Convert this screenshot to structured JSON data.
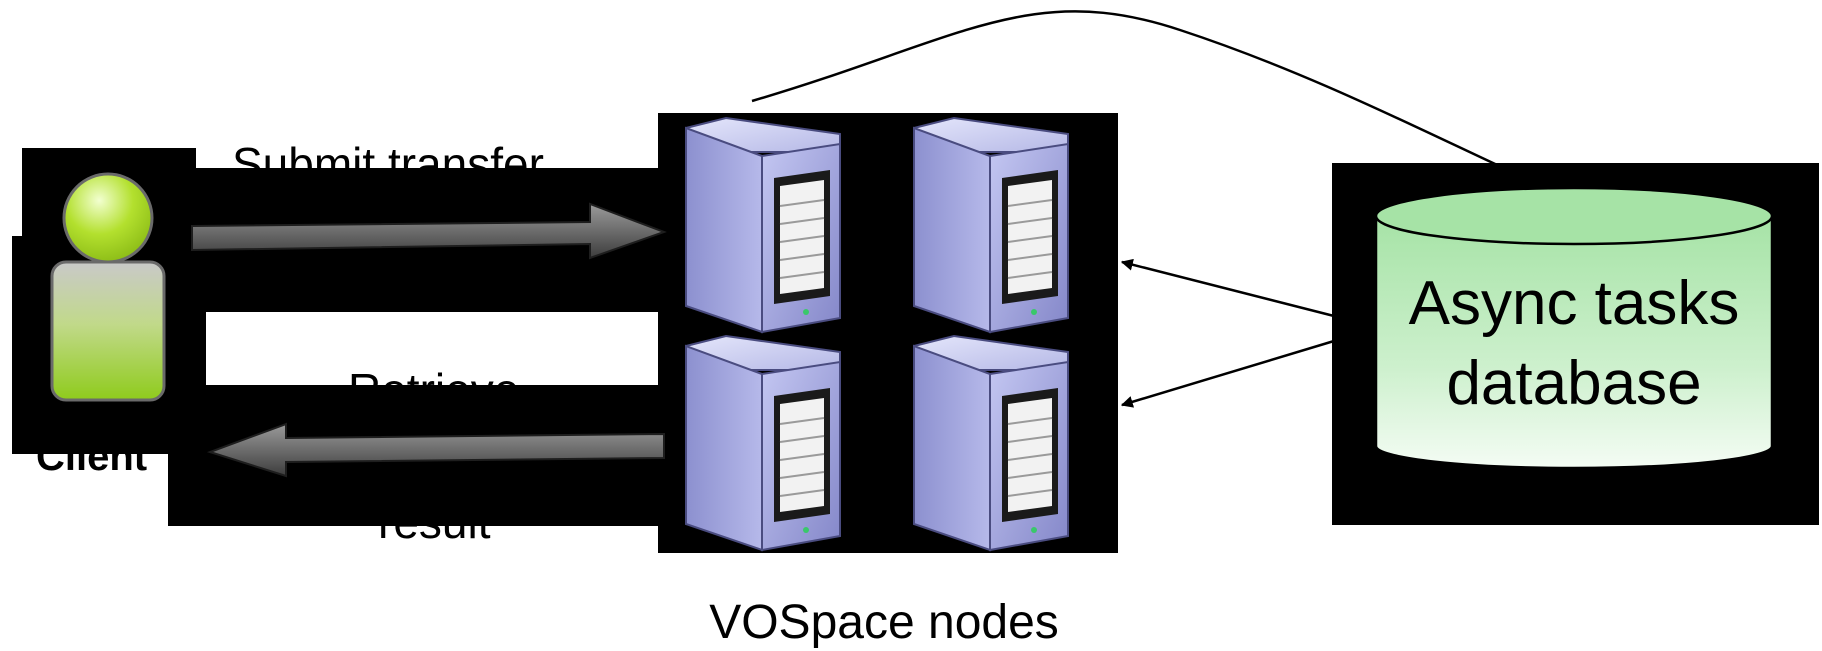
{
  "labels": {
    "submit_transfer": "Submit transfer",
    "retrieve": "Retrieve",
    "result": "result",
    "client": "Client",
    "nodes_caption": "VOSpace nodes",
    "db_line1": "Async tasks",
    "db_line2": "database"
  },
  "colors": {
    "client_head": "#b3e02e",
    "client_body_top": "#c6c6c6",
    "client_body_bottom": "#8fcb1c",
    "server_body": "#9fa3dc",
    "db_top": "#a6e3a6",
    "db_bottom": "#f4fcf4",
    "arrow_fill": "#6c6c6c",
    "block_bg": "#000000"
  },
  "icons": {
    "client": "person-icon",
    "server": "server-tower-icon",
    "database": "database-cylinder-icon"
  }
}
